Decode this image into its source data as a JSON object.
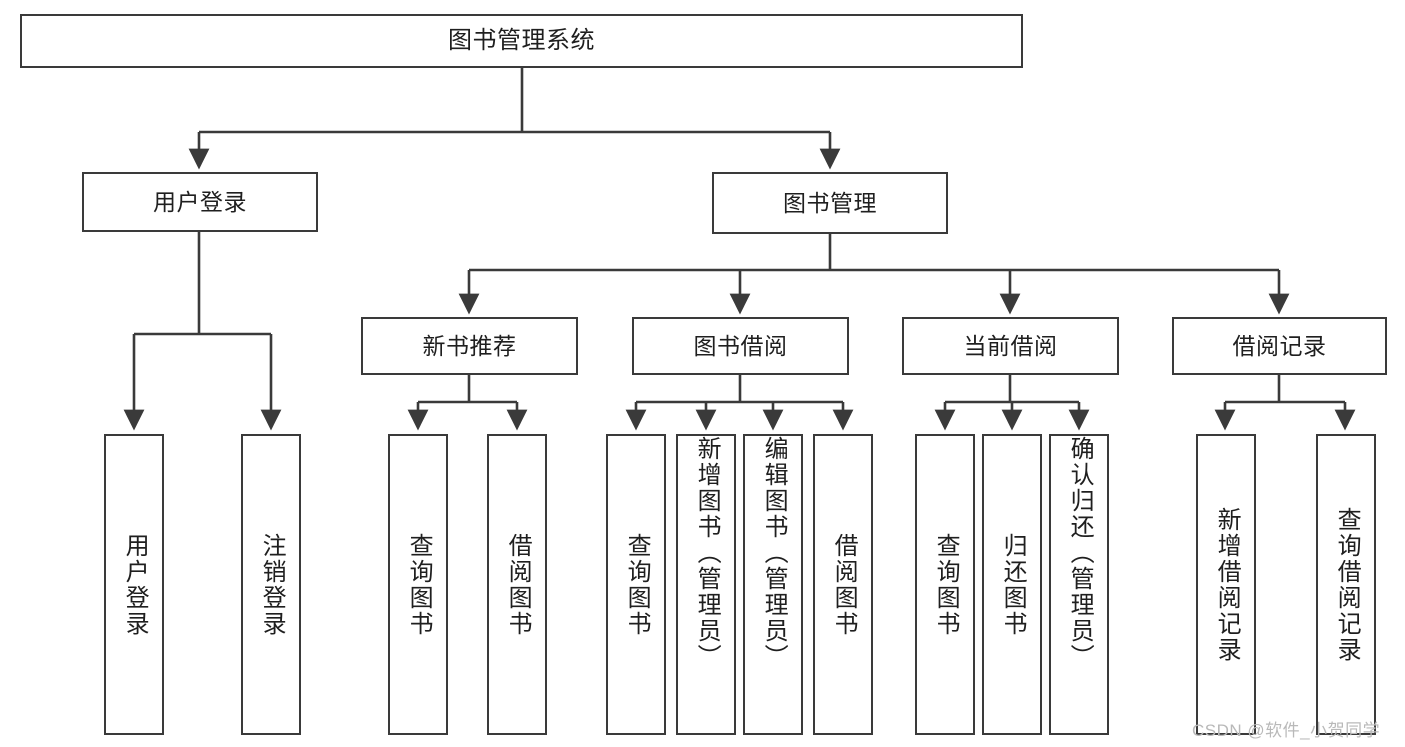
{
  "diagram": {
    "title": "图书管理系统",
    "type": "tree-hierarchy",
    "root": {
      "label": "图书管理系统"
    },
    "level1": [
      {
        "label": "用户登录"
      },
      {
        "label": "图书管理"
      }
    ],
    "level2": [
      {
        "label": "新书推荐"
      },
      {
        "label": "图书借阅"
      },
      {
        "label": "当前借阅"
      },
      {
        "label": "借阅记录"
      }
    ],
    "leaves": {
      "user_login": [
        {
          "label": "用户登录"
        },
        {
          "label": "注销登录"
        }
      ],
      "new_book_recommend": [
        {
          "label": "查询图书"
        },
        {
          "label": "借阅图书"
        }
      ],
      "book_borrow": [
        {
          "label": "查询图书"
        },
        {
          "label": "新增图书（管理员）"
        },
        {
          "label": "编辑图书（管理员）"
        },
        {
          "label": "借阅图书"
        }
      ],
      "current_borrow": [
        {
          "label": "查询图书"
        },
        {
          "label": "归还图书"
        },
        {
          "label": "确认归还（管理员）"
        }
      ],
      "borrow_record": [
        {
          "label": "新增借阅记录"
        },
        {
          "label": "查询借阅记录"
        }
      ]
    }
  },
  "watermark": {
    "text": "CSDN @软件_小贺同学"
  },
  "colors": {
    "border": "#3a3a3a",
    "text": "#1f1f1f",
    "background": "#ffffff",
    "watermark": "#b9b9b9"
  }
}
